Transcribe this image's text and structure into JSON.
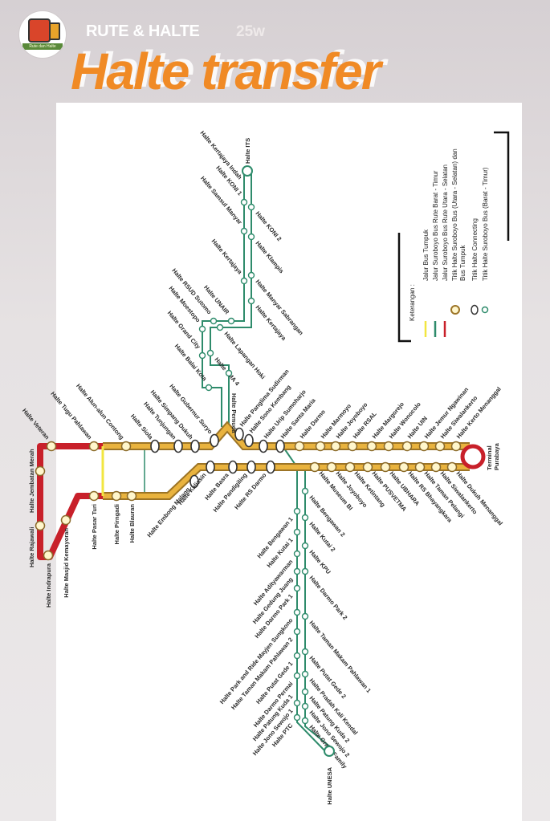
{
  "story": {
    "account_name": "RUTE & HALTE",
    "age": "25w",
    "avatar_text": "Rute dan Halte",
    "title": "Halte transfer"
  },
  "colors": {
    "title": "#f08a25",
    "red_line": "#c8202a",
    "orange_line": "#e2a93a",
    "yellow_line": "#f2e640",
    "green_line": "#2e8b6b"
  },
  "legend": {
    "title": "Keterangan :",
    "items": [
      "Jalur Bus Tumpuk",
      "Jalur Suroboyo Bus Rute Barat - Timur",
      "Jalur Suroboyo Bus Rute Utara - Selatan",
      "Titik Halte Suroboyo Bus (Utara - Selatan) dan",
      "Bus Tumpuk",
      "Titik Halte Connecting",
      "Titik Halte Suroboyo Bus (Barat - Timur)"
    ]
  },
  "map": {
    "terminal": [
      "Terminal",
      "Purabaya"
    ],
    "top_line": [
      "Halte Veteran",
      "Halte Tugu Pahlawan",
      "Halte Alun-alun Contong",
      "Halte Siola",
      "Halte Tunjungan",
      "Halte Simpang Dukuh",
      "Halte Gubernur Suryo",
      "Halte Panglima Sudirman",
      "Halte Sono Kembang",
      "Halte Urip Sumoharjo",
      "Halte Santa Maria",
      "Halte Darmo",
      "Halte Marmoyo",
      "Halte Joyoboyo",
      "Halte RSAL",
      "Halte Margorejo",
      "Halte Wonocolo",
      "Halte UIN",
      "Halte Jemur Ngawinan",
      "Halte Siwalankerto",
      "Halte Kerto Menanggal"
    ],
    "bottom_line": [
      "Halte Jembatan Merah",
      "Halte Rajawali",
      "Halte Indrapura",
      "Halte Masjid Kemayoran",
      "Halte Pasar Turi",
      "Halte Pirngadi",
      "Halte Blauran",
      "Halte Embong Malang",
      "Halte Kaliasin",
      "Halte Basra",
      "Halte Pandigiling",
      "Halte RS Darmo",
      "Halte Museum BI",
      "Halte Joyoboyo",
      "Halte Ketintang",
      "Halte PUSVETMA",
      "Halte UBHARA",
      "Halte RS Bhayangkara",
      "Halte Taman Pelangi",
      "Halte Siwalankerto",
      "Halte Dukuh Menanggal"
    ],
    "north_line": [
      "Halte ITS",
      "Halte Kertajaya Indah",
      "Halte KONI 1",
      "Halte Samsul Manyar",
      "Halte Kertajaya",
      "Halte UNAIR",
      "Halte RSUD Sutomo",
      "Halte Moestopo",
      "Halte Grand City",
      "Halte Balai Kota",
      "Halte KONI 2",
      "Halte Klampis",
      "Halte Manyar Sabrangan",
      "Halte Kertajaya",
      "Halte Lapangan Hoki",
      "Halte SMA 4",
      "Halte Pemuda"
    ],
    "south_line": [
      "Halte Bengawan 1",
      "Halte Kutai 1",
      "Halte Adityawarman",
      "Halte Gedung Juang",
      "Halte Darmo Park 1",
      "Halte Park and Ride Mayjen Sungkono",
      "Halte Taman Makam Pahlawan 2",
      "Halte Putat Gede 1",
      "Halte Darmo Permai",
      "Halte Patung Kuda 1",
      "Halte Jono Sewojo 1",
      "Halte PTC",
      "Halte Bengawan 2",
      "Halte Kutai 2",
      "Halte KPU",
      "Halte Darmo Park 2",
      "Halte Taman Makam Pahlawan 1",
      "Halte Putat Gede 2",
      "Halte Pradah Kali Kendal",
      "Halte Patung Kuda 2",
      "Halte Jono Sewojo 2",
      "Halte Graha Family",
      "Halte UNESA"
    ]
  }
}
